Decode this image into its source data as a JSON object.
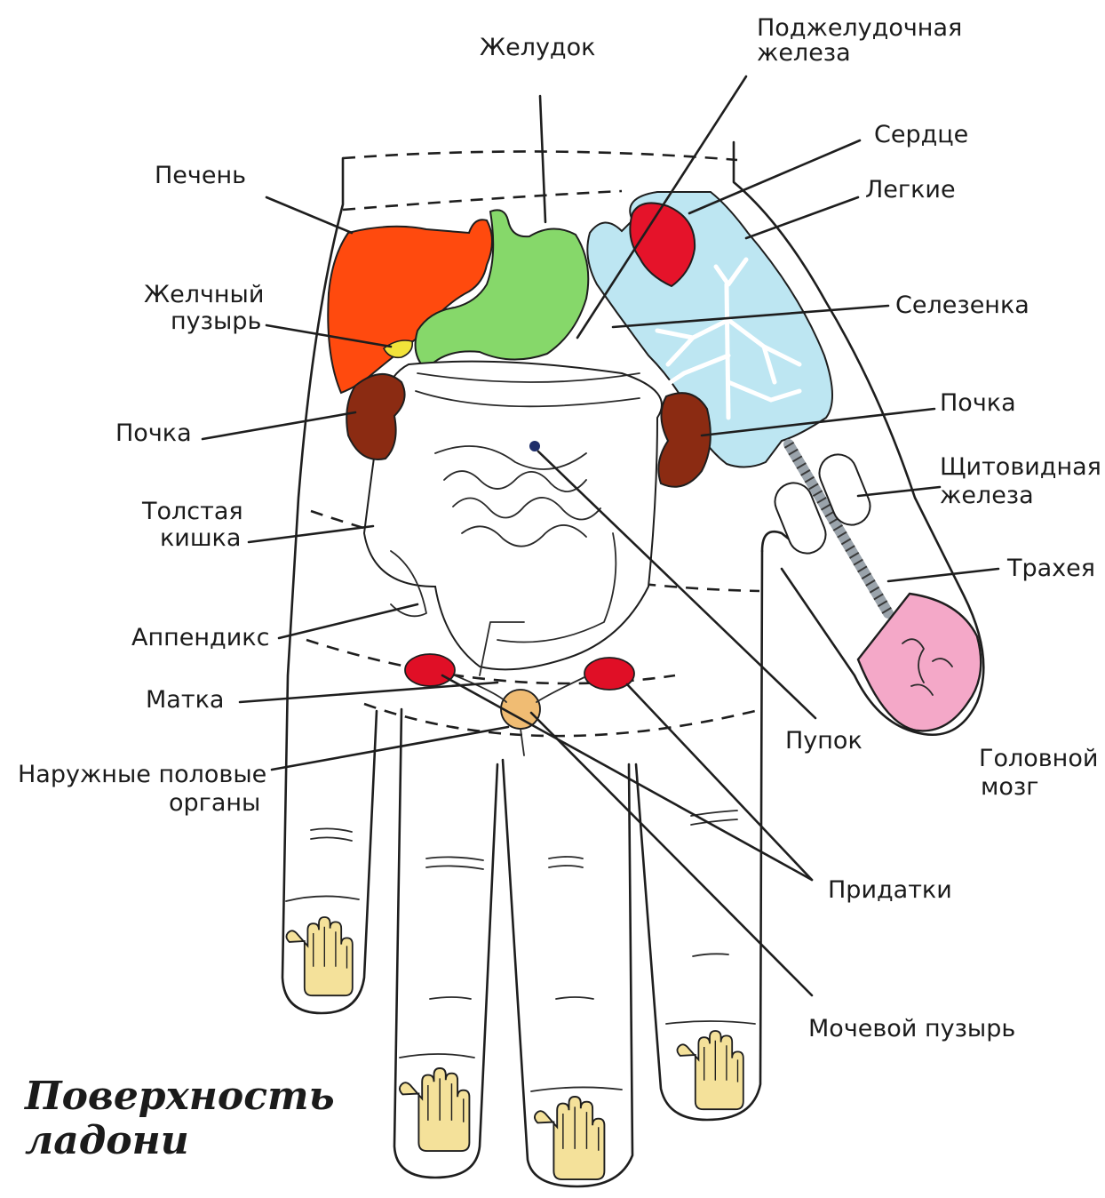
{
  "labels": {
    "zheludok": "Желудок",
    "podzhel_1": "Поджелудочная",
    "podzhel_2": "железа",
    "serdce": "Сердце",
    "legkie": "Легкие",
    "pechen": "Печень",
    "zhelchny_1": "Желчный",
    "zhelchny_2": "пузырь",
    "selezenka": "Селезенка",
    "pochka_left": "Почка",
    "pochka_right": "Почка",
    "shchit_1": "Щитовидная",
    "shchit_2": "железа",
    "tolstaya_1": "Толстая",
    "tolstaya_2": "кишка",
    "traheya": "Трахея",
    "appendiks": "Аппендикс",
    "matka": "Матка",
    "pupok": "Пупок",
    "golovnoy_1": "Головной",
    "golovnoy_2": "мозг",
    "naruzh_1": "Наружные половые",
    "naruzh_2": "органы",
    "pridatki": "Придатки",
    "mochevoy": "Мочевой пузырь"
  },
  "caption": {
    "line1": "Поверхность",
    "line2": "ладони"
  },
  "colors": {
    "liver": "#ff4a0e",
    "stomach": "#86d86a",
    "lungs": "#bde6f2",
    "heart": "#e5132a",
    "kidney": "#8b2b12",
    "gallbladder": "#f2e33a",
    "uterus": "#e00f26",
    "genitals": "#f0bc73",
    "brain": "#f4a8c8",
    "hand_icons": "#f4e19a"
  },
  "icons": [
    "hand-icon"
  ]
}
